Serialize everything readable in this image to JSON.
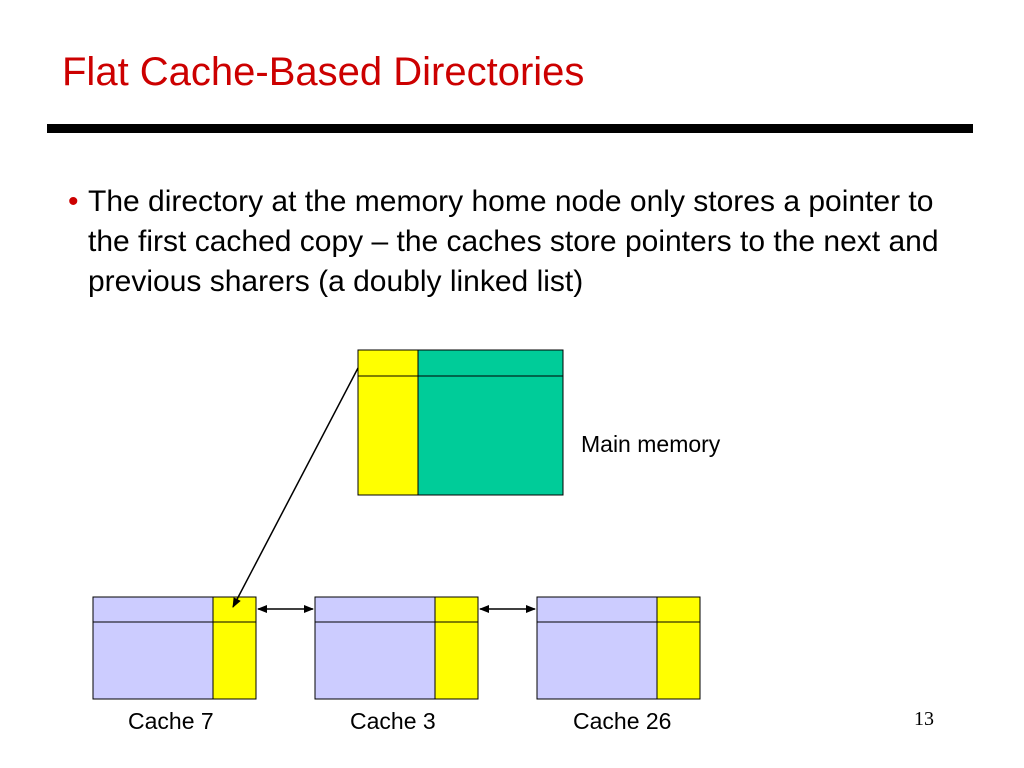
{
  "slide": {
    "title": "Flat Cache-Based Directories",
    "bullet": "The directory at the memory home node only stores a pointer to the first cached copy – the caches store pointers to the next and previous sharers (a doubly linked list)",
    "bullet_marker": "•",
    "page_number": "13"
  },
  "diagram": {
    "main_memory_label": "Main memory",
    "caches": [
      {
        "label": "Cache 7"
      },
      {
        "label": "Cache 3"
      },
      {
        "label": "Cache 26"
      }
    ]
  },
  "colors": {
    "title": "#cc0000",
    "rule": "#000000",
    "pointer_field": "#ffff00",
    "memory_data": "#00cc99",
    "cache_data": "#ccccff"
  }
}
